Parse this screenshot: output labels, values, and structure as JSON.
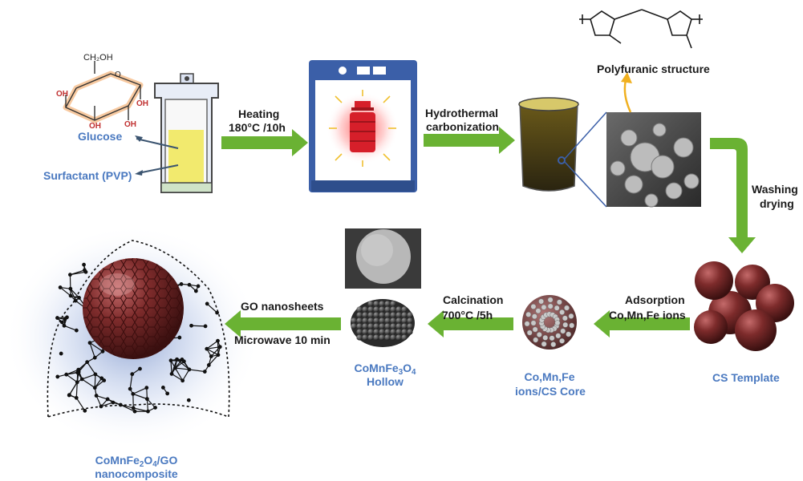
{
  "colors": {
    "arrow": "#6ab233",
    "blue_label": "#4a79c0",
    "sphere": "#7a2e2e",
    "oven_blue": "#3b5fa8",
    "glucose_orange": "#f08b3a"
  },
  "labels": {
    "glucose": "Glucose",
    "ch2oh": "CH₂OH",
    "oh": "OH",
    "ring_o": "O",
    "surfactant": "Surfactant (PVP)",
    "heating": "Heating",
    "heating_cond": "180°C /10h",
    "hydrothermal_1": "Hydrothermal",
    "hydrothermal_2": "carbonization",
    "polyfuranic": "Polyfuranic structure",
    "washing": "Washing",
    "drying": "drying",
    "cs_template": "CS Template",
    "adsorption_1": "Adsorption",
    "adsorption_2": "Co,Mn,Fe ions",
    "core_1": "Co,Mn,Fe",
    "core_2": "ions/CS Core",
    "calcination_1": "Calcination",
    "calcination_2": "700°C /5h",
    "hollow_formula_pre": "CoMnFe",
    "hollow_sub1": "3",
    "hollow_formula_mid": "O",
    "hollow_sub2": "4",
    "hollow_2": "Hollow",
    "go_1": "GO nanosheets",
    "go_2": "Microwave 10 min",
    "final_pre": "CoMnFe",
    "final_sub1": "2",
    "final_mid": "O",
    "final_sub2": "4",
    "final_post": "/GO",
    "final_2": "nanocomposite"
  }
}
